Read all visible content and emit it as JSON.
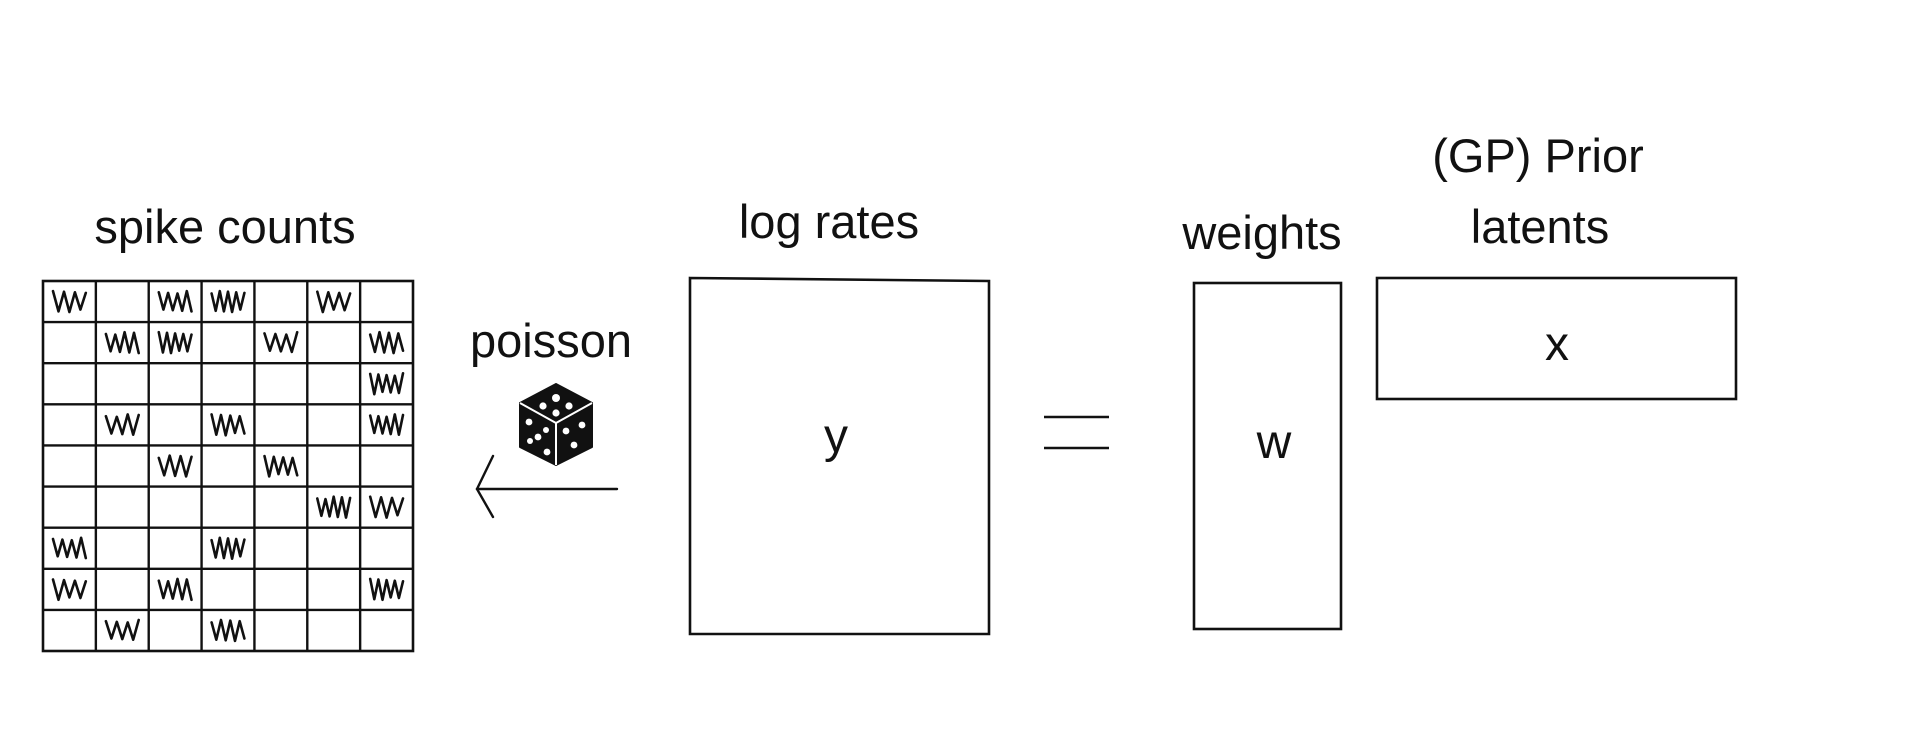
{
  "labels": {
    "spike_counts": "spike counts",
    "poisson": "poisson",
    "log_rates": "log rates",
    "weights": "weights",
    "prior_line1": "(GP) Prior",
    "prior_line2": "latents"
  },
  "matrices": {
    "y": "y",
    "w": "w",
    "x": "x"
  },
  "icons": {
    "dice": "dice-icon",
    "arrow": "left-arrow-icon",
    "equals": "equals-sign-icon"
  },
  "spike_grid": {
    "rows": 9,
    "cols": 7,
    "filled_cells": [
      [
        0,
        0
      ],
      [
        0,
        2
      ],
      [
        0,
        3
      ],
      [
        0,
        5
      ],
      [
        1,
        1
      ],
      [
        1,
        2
      ],
      [
        1,
        4
      ],
      [
        1,
        6
      ],
      [
        2,
        6
      ],
      [
        3,
        1
      ],
      [
        3,
        3
      ],
      [
        3,
        6
      ],
      [
        4,
        2
      ],
      [
        4,
        4
      ],
      [
        5,
        5
      ],
      [
        5,
        6
      ],
      [
        6,
        0
      ],
      [
        6,
        3
      ],
      [
        7,
        0
      ],
      [
        7,
        2
      ],
      [
        7,
        6
      ],
      [
        8,
        1
      ],
      [
        8,
        3
      ]
    ]
  }
}
